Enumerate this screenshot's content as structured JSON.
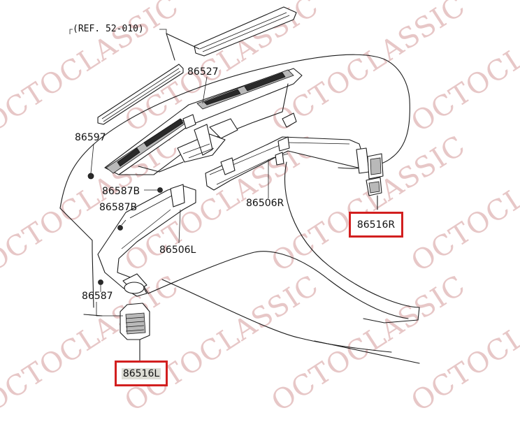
{
  "watermark": "OCTOCLASSIC",
  "reference": "(REF. 52-010)",
  "parts": {
    "upper_vent": "86527",
    "clip_upper": "86597",
    "clip_b1": "86587B",
    "clip_b2": "86587B",
    "clip_lower": "86587",
    "duct_left": "86506L",
    "duct_right": "86506R",
    "outlet_right": "86516R",
    "outlet_left": "86516L"
  },
  "colors": {
    "highlight_border": "#d21f1f",
    "watermark": "#e7c7c7",
    "line": "#1a1a1a"
  }
}
